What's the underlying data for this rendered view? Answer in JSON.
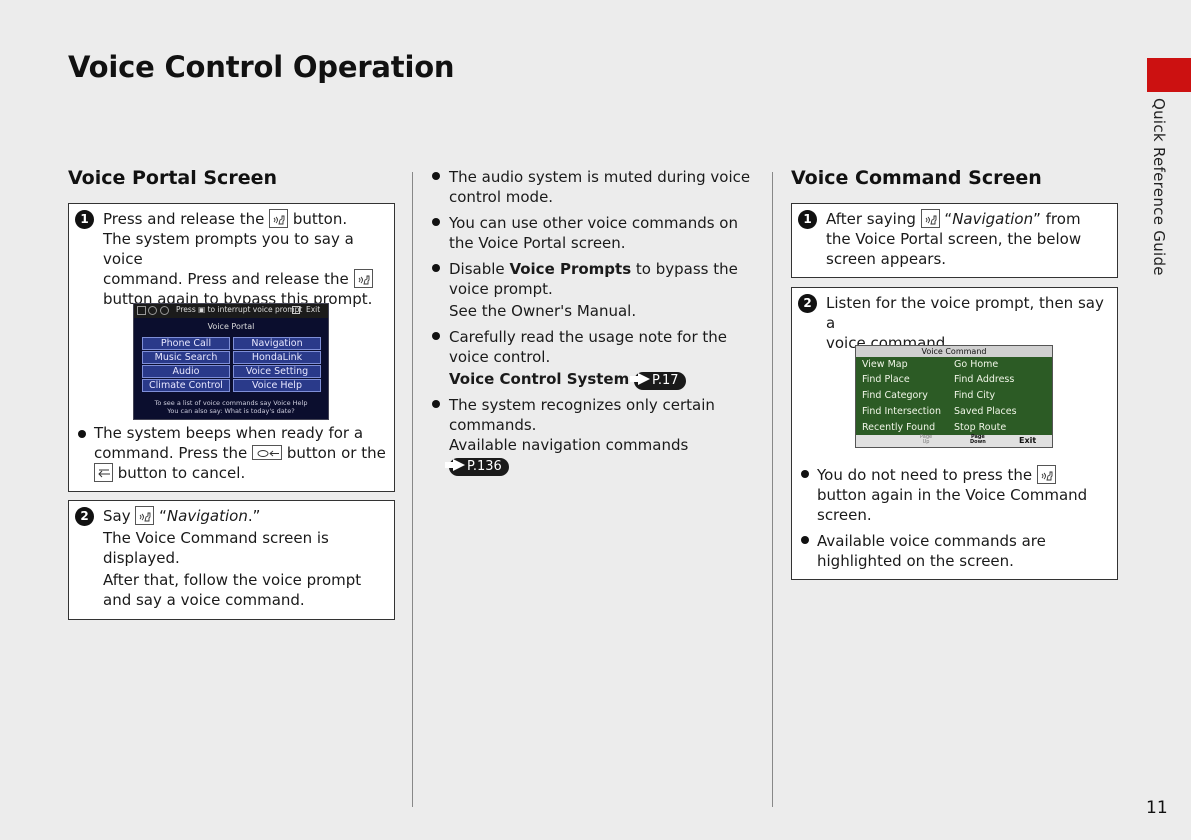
{
  "page": {
    "title": "Voice Control Operation",
    "side_label": "Quick Reference Guide",
    "page_number": "11",
    "accent_color": "#cc1111"
  },
  "left": {
    "heading": "Voice Portal Screen",
    "step1": {
      "number": "1",
      "line1_a": "Press and release the",
      "line1_b": "button.",
      "line2": "The system prompts you to say a voice",
      "line3_a": "command. Press and release the",
      "line4": "button again to bypass this prompt."
    },
    "portal_screen": {
      "top_bar_text_a": "Press",
      "top_bar_text_b": "to interrupt voice prompt",
      "exit_label": "Exit",
      "title": "Voice Portal",
      "buttons": [
        "Phone Call",
        "Navigation",
        "Music Search",
        "HondaLink",
        "Audio",
        "Voice Setting",
        "Climate Control",
        "Voice Help"
      ],
      "footer_line1": "To see a list of voice commands say Voice Help",
      "footer_line2": "You can also say: What is today's date?"
    },
    "bullet": {
      "line1": "The system beeps when ready for a",
      "line2_a": "command. Press the",
      "line2_b": "button or the",
      "line3": "button to cancel."
    },
    "step2": {
      "number": "2",
      "line1_a": "Say",
      "line1_italic": "Navigation",
      "line2": "The Voice Command screen is",
      "line3": "displayed.",
      "line4": "After that, follow the voice prompt",
      "line5": "and say a voice command."
    }
  },
  "middle": {
    "bullets": [
      {
        "lines": [
          "The audio system is muted during voice",
          "control mode."
        ]
      },
      {
        "lines": [
          "You can use other voice commands on",
          "the Voice Portal screen."
        ]
      },
      {
        "prefix": "Disable",
        "bold": "Voice Prompts",
        "suffix": "to bypass the",
        "lines": [
          "voice prompt.",
          "See the Owner's Manual."
        ]
      },
      {
        "lines": [
          "Carefully read the usage note for the",
          "voice control."
        ],
        "link_bold": "Voice Control System",
        "link_ref": "P.17"
      },
      {
        "lines": [
          "The system recognizes only certain",
          "commands.",
          "Available navigation commands"
        ],
        "link_ref": "P.136"
      }
    ]
  },
  "right": {
    "heading": "Voice Command Screen",
    "step1": {
      "number": "1",
      "line1_a": "After saying",
      "line1_italic": "Navigation",
      "line1_b": "from",
      "line2": "the Voice Portal screen, the below",
      "line3": "screen appears."
    },
    "step2": {
      "number": "2",
      "line1": "Listen for the voice prompt, then say a",
      "line2": "voice command."
    },
    "vc_screen": {
      "title": "Voice Command",
      "left_items": [
        "View Map",
        "Find Place",
        "Find Category",
        "Find Intersection",
        "Recently Found"
      ],
      "right_items": [
        "Go Home",
        "Find Address",
        "Find City",
        "Saved Places",
        "Stop Route"
      ],
      "page_up_1": "Page",
      "page_up_2": "Up",
      "page_down_1": "Page",
      "page_down_2": "Down",
      "exit": "Exit"
    },
    "bullets": [
      {
        "line1_a": "You do not need to press the",
        "line2": "button again in the Voice Command",
        "line3": "screen."
      },
      {
        "line1": "Available voice commands are",
        "line2": "highlighted on the screen."
      }
    ]
  }
}
